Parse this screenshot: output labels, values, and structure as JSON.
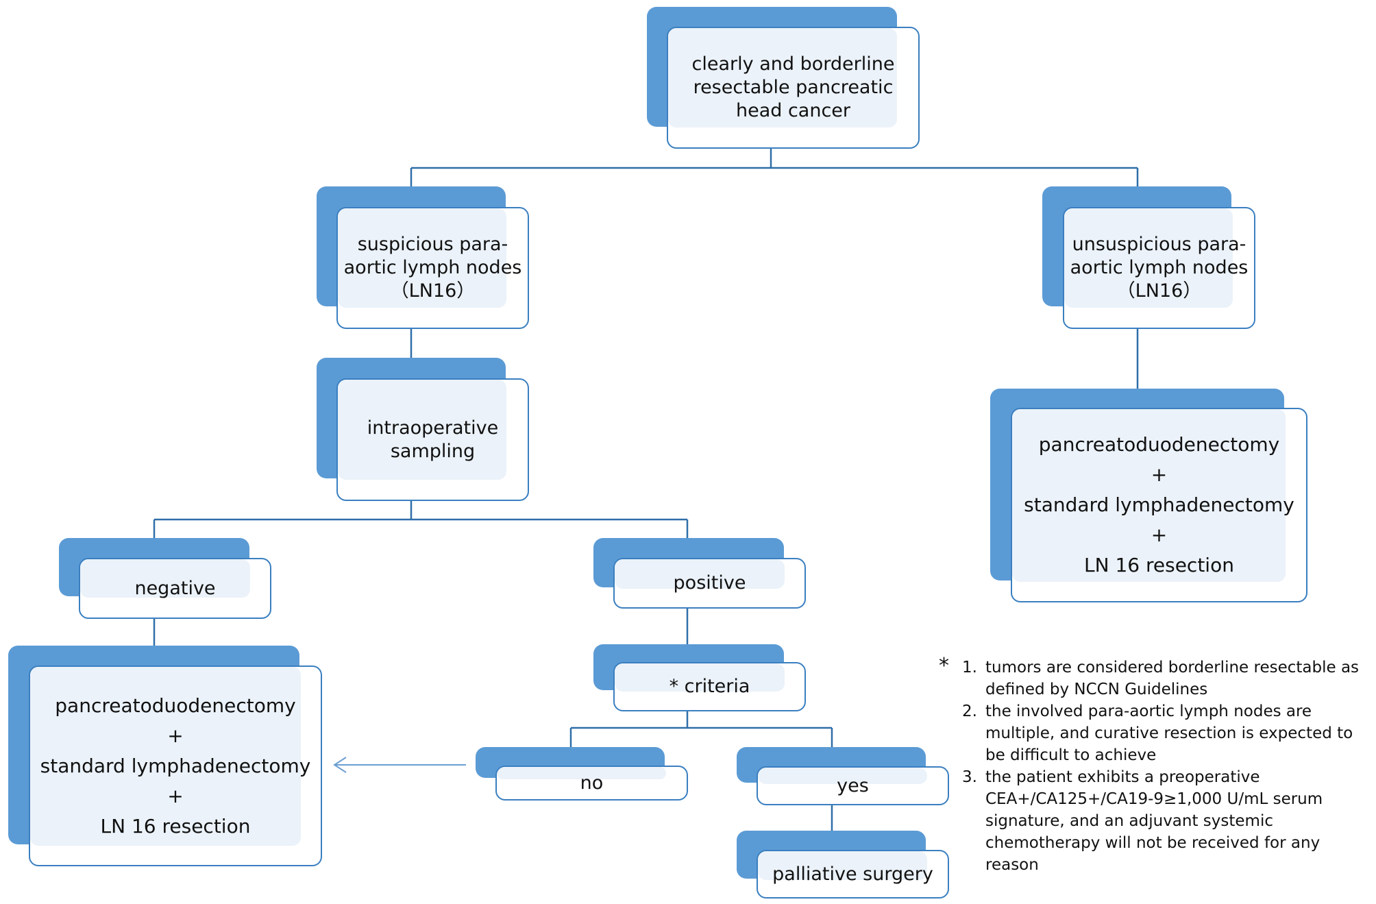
{
  "colors": {
    "shadow": "#5b9bd5",
    "border": "#3a7fc0",
    "fill": "#ebf2f9",
    "line": "#2f6ea8",
    "arrow": "#6a9fd2"
  },
  "nodes": {
    "root": {
      "lines": [
        "clearly and borderline",
        "resectable  pancreatic",
        "head cancer"
      ]
    },
    "suspicious": {
      "lines": [
        "suspicious para-",
        "aortic lymph nodes",
        "（LN16）"
      ]
    },
    "unsuspicious": {
      "lines": [
        "unsuspicious para-",
        "aortic lymph nodes",
        "（LN16）"
      ]
    },
    "sampling": {
      "lines": [
        "intraoperative",
        "sampling"
      ]
    },
    "negative": {
      "lines": [
        "negative"
      ]
    },
    "positive": {
      "lines": [
        "positive"
      ]
    },
    "criteria": {
      "lines": [
        "* criteria"
      ]
    },
    "no": {
      "lines": [
        "no"
      ]
    },
    "yes": {
      "lines": [
        "yes"
      ]
    },
    "palliative": {
      "lines": [
        "palliative surgery"
      ]
    },
    "surgery_left": {
      "lines": [
        "pancreatoduodenectomy",
        "+",
        "standard lymphadenectomy",
        "+",
        "LN 16 resection"
      ]
    },
    "surgery_right": {
      "lines": [
        "pancreatoduodenectomy",
        "+",
        "standard lymphadenectomy",
        "+",
        "LN 16 resection"
      ]
    }
  },
  "notes": {
    "marker": "*",
    "items": [
      {
        "num": "1.",
        "text": "tumors are considered borderline resectable as defined by NCCN Guidelines"
      },
      {
        "num": "2.",
        "text": "the involved para-aortic lymph nodes are multiple, and curative resection is expected to be difficult to achieve"
      },
      {
        "num": "3.",
        "text": "the patient exhibits a preoperative CEA+/CA125+/CA19-9≥1,000 U/mL serum signature, and an adjuvant  systemic chemotherapy will not be received for any reason"
      }
    ]
  }
}
